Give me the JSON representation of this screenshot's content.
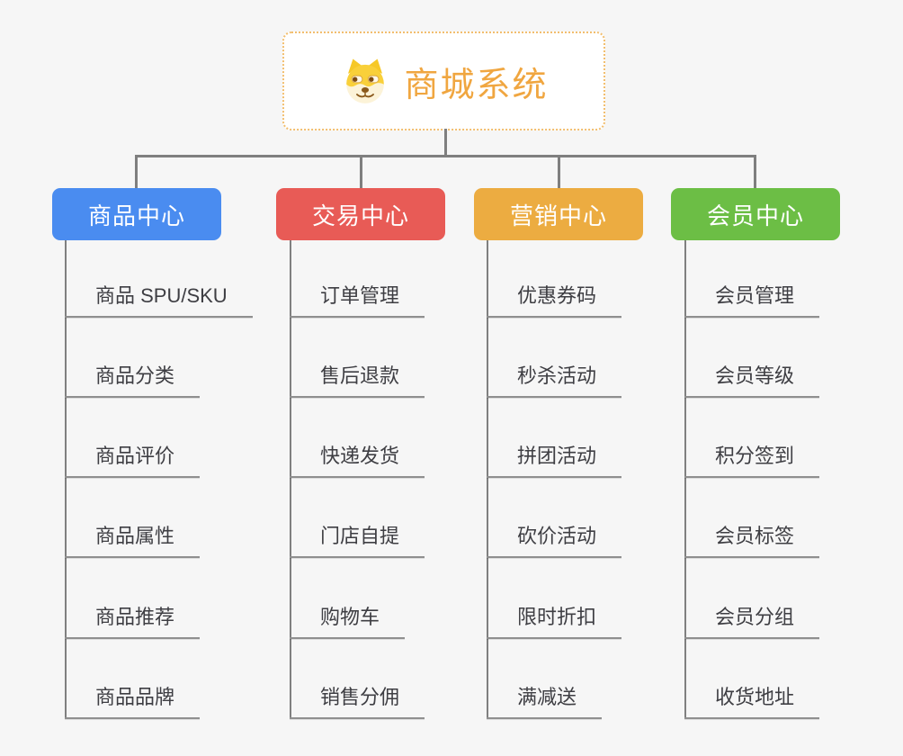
{
  "root": {
    "title": "商城系统",
    "icon": "doge-icon",
    "title_color": "#f0a640",
    "border_color": "#f2be6e"
  },
  "branches": [
    {
      "label": "商品中心",
      "color": "#4a8cf0",
      "items": [
        "商品 SPU/SKU",
        "商品分类",
        "商品评价",
        "商品属性",
        "商品推荐",
        "商品品牌"
      ]
    },
    {
      "label": "交易中心",
      "color": "#e85b56",
      "items": [
        "订单管理",
        "售后退款",
        "快递发货",
        "门店自提",
        "购物车",
        "销售分佣"
      ]
    },
    {
      "label": "营销中心",
      "color": "#ecac41",
      "items": [
        "优惠券码",
        "秒杀活动",
        "拼团活动",
        "砍价活动",
        "限时折扣",
        "满减送"
      ]
    },
    {
      "label": "会员中心",
      "color": "#6cbe45",
      "items": [
        "会员管理",
        "会员等级",
        "积分签到",
        "会员标签",
        "会员分组",
        "收货地址"
      ]
    }
  ],
  "connector_color": "#7f7f7f",
  "background_color": "#f6f6f6",
  "leaf_text_color": "#3e3e43"
}
